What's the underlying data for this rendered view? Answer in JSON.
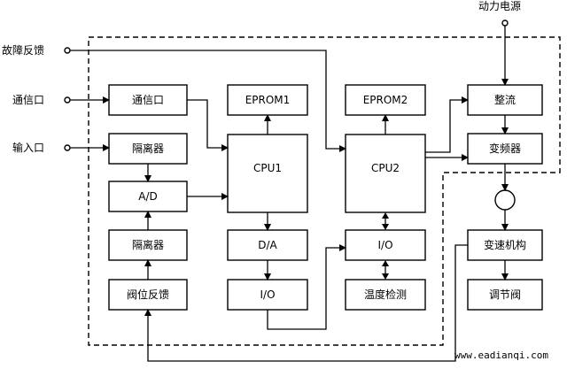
{
  "title": "",
  "external": {
    "power": "动力电源",
    "fault_feedback": "故障反馈",
    "comm_port": "通信口",
    "input_port": "输入口"
  },
  "blocks": {
    "comm": "通信口",
    "iso1": "隔离器",
    "ad": "A/D",
    "iso2": "隔离器",
    "valve_fb": "阀位反馈",
    "eprom1": "EPROM1",
    "cpu1": "CPU1",
    "da": "D/A",
    "io1": "I/O",
    "eprom2": "EPROM2",
    "cpu2": "CPU2",
    "io2": "I/O",
    "temp": "温度检测",
    "rect": "整流",
    "inverter": "变频器",
    "speed": "变速机构",
    "valve": "调节阀"
  },
  "watermark": "www.eadianqi.com"
}
